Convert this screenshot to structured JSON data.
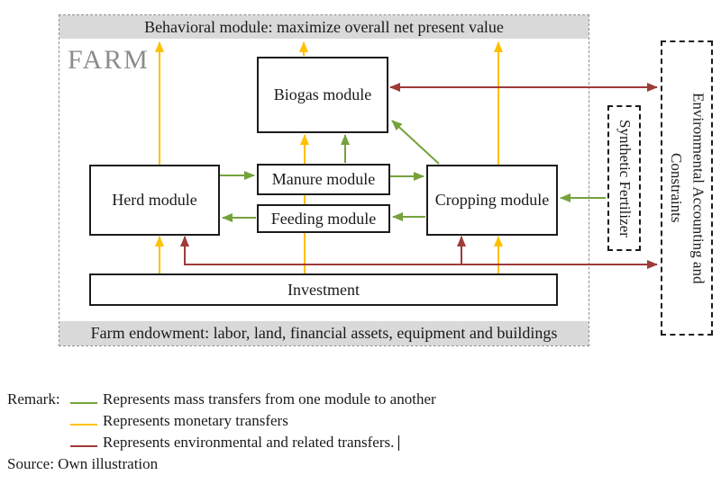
{
  "colors": {
    "mass": "#76a23c",
    "monetary": "#ffc000",
    "environmental": "#9e3b39",
    "band_bg": "#d9d9d9",
    "farm_label": "#8c8c8c",
    "box_border": "#1c1c1c",
    "farm_dash": "#8f8f8f"
  },
  "farm": {
    "label": "FARM",
    "behavioral_band": "Behavioral module: maximize overall net present value",
    "endowment_band": "Farm endowment: labor, land, financial assets, equipment and buildings"
  },
  "modules": {
    "biogas": "Biogas module",
    "herd": "Herd module",
    "manure": "Manure module",
    "feeding": "Feeding module",
    "cropping": "Cropping module",
    "investment": "Investment",
    "synthetic_fertilizer": "Synthetic Fertilizer",
    "environmental_line1": "Environmental Accounting and",
    "environmental_line2": "Constraints"
  },
  "legend": {
    "remark_label": "Remark:",
    "items": [
      {
        "name": "mass",
        "text": "Represents mass transfers from one module to another"
      },
      {
        "name": "monetary",
        "text": "Represents monetary transfers"
      },
      {
        "name": "environmental",
        "text": "Represents environmental and related transfers."
      }
    ],
    "source": "Source: Own illustration"
  }
}
